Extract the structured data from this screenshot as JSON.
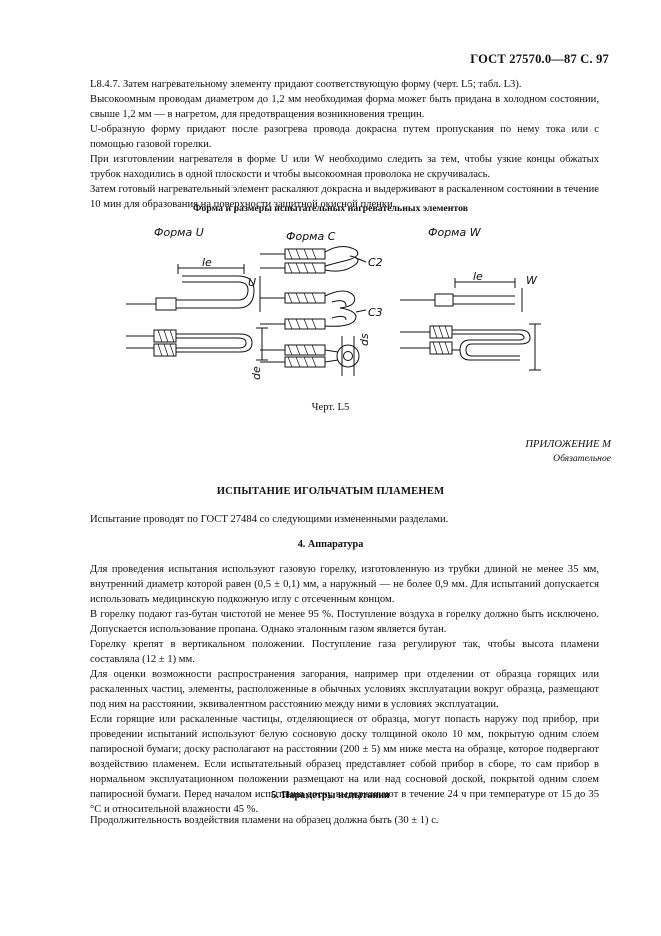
{
  "header": {
    "doc_ref": "ГОСТ 27570.0—87 С. 97"
  },
  "top_paragraphs": [
    "L8.4.7. Затем нагревательному элементу придают соответствующую форму (черт. L5; табл. L3).",
    "Высокоомным проводам диаметром до 1,2 мм необходимая форма может быть придана в холодном состоянии, свыше 1,2 мм — в нагретом, для предотвращения возникновения трещин.",
    "U-образную форму придают после разогрева провода докрасна путем пропускания по нему тока или с помощью газовой горелки.",
    "При изготовлении нагревателя в форме U или W необходимо следить за тем, чтобы узкие концы обжатых трубок находились в одной плоскости и чтобы высокоомная проволока не скручивалась.",
    "Затем готовый нагревательный элемент раскаляют докрасна и выдерживают в раскаленном состоянии в течение 10 мин для образования на поверхности защитной окисной пленки."
  ],
  "figure": {
    "title": "Форма и размеры испытательных нагревательных элементов",
    "labels": {
      "form_u": "Форма U",
      "form_c": "Форма C",
      "form_w": "Форма W",
      "le": "le",
      "u": "U",
      "w": "W",
      "c2": "C2",
      "c3": "C3",
      "ds": "ds",
      "de": "de"
    },
    "caption": "Черт. L5"
  },
  "appendix": {
    "title": "ПРИЛОЖЕНИЕ М",
    "status": "Обязательное"
  },
  "section_title": "ИСПЫТАНИЕ ИГОЛЬЧАТЫМ ПЛАМЕНЕМ",
  "intro": "Испытание проводят по ГОСТ 27484 со следующими измененными разделами.",
  "section4": {
    "heading": "4. Аппаратура",
    "paragraphs": [
      "Для проведения испытания используют газовую горелку, изготовленную из трубки длиной не менее 35 мм, внутренний диаметр которой равен (0,5 ± 0,1) мм, а наружный — не более 0,9 мм. Для испытаний допускается использовать медицинскую подкожную иглу с отсеченным концом.",
      "В горелку подают газ-бутан чистотой не менее 95 %. Поступление воздуха в горелку должно быть исключено. Допускается использование пропана. Однако эталонным газом является бутан.",
      "Горелку крепят в вертикальном положении. Поступление газа регулируют так, чтобы высота пламени составляла (12 ± 1) мм.",
      "Для оценки возможности распространения загорания, например при отделении от образца горящих или раскаленных частиц, элементы, расположенные в обычных условиях эксплуатации вокруг образца, размещают под ним на расстоянии, эквивалентном расстоянию между ними в условиях эксплуатации.",
      "Если горящие или раскаленные частицы, отделяющиеся от образца, могут попасть наружу под прибор, при проведении испытаний используют белую сосновую доску толщиной около 10 мм, покрытую одним слоем папиросной бумаги; доску располагают на расстоянии (200 ± 5) мм ниже места на образце, которое подвергают воздействию пламенем. Если испытательный образец представляет собой прибор в сборе, то сам прибор в нормальном эксплуатационном положении размещают на или над сосновой доской, покрытой одним слоем папиросной бумаги. Перед началом испытания доску выдерживают в течение 24 ч при температуре от 15 до 35 °С и относительной влажности 45 %."
    ]
  },
  "section5": {
    "heading": "5. Параметры испытания",
    "paragraph": "Продолжительность воздействия пламени на образец должна быть (30 ± 1) с."
  }
}
